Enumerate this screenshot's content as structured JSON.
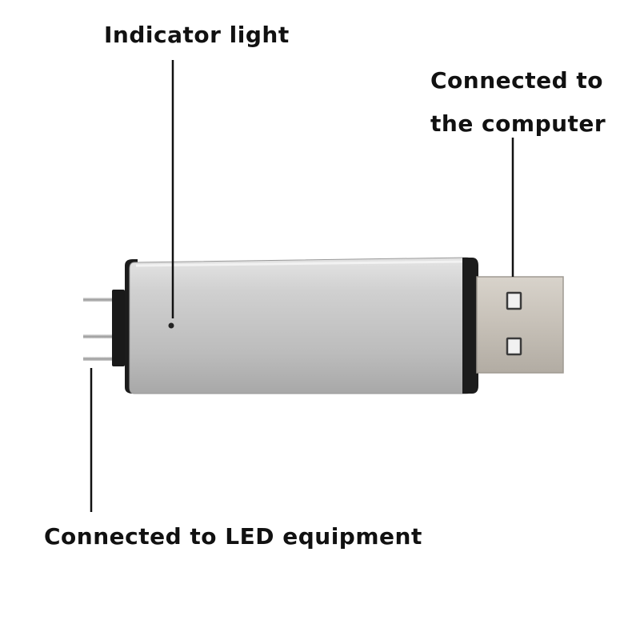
{
  "labels": {
    "indicator_light": "Indicator light",
    "computer_line1": "Connected to",
    "computer_line2": "the computer",
    "led_equipment": "Connected to LED equipment"
  },
  "colors": {
    "text": "#111111",
    "leader_line": "#111111",
    "body_silver": "#c9c9c9",
    "usb_plug": "#c4bfb8",
    "pins": "#aaaaaa"
  }
}
